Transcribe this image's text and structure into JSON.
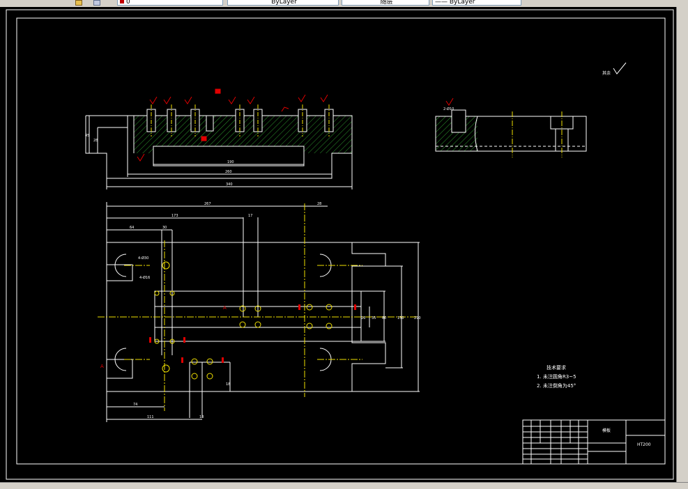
{
  "toolbar": {
    "layer_value": "0",
    "linetype_value": "ByLayer",
    "color_value": "随层",
    "lineweight_value": "—— ByLayer"
  },
  "drawing": {
    "dims_top": {
      "overall_length": "340",
      "inner_length": "260",
      "slot_length": "190",
      "height_a": "45",
      "height_b": "28"
    },
    "dims_plan": {
      "overall": "267",
      "edge_right": "28",
      "span_a": "173",
      "offset_b": "17",
      "left_a": "64",
      "left_b": "30",
      "hole_callout_a": "4-Ø30",
      "hole_callout_b": "4-Ø16",
      "v_a": "16",
      "v_b": "35",
      "v_c": "80",
      "v_d": "150",
      "v_e": "210",
      "bottom_a": "74",
      "bottom_b": "111",
      "bottom_c": "18",
      "side_c": "18"
    },
    "section_marks": [
      "A",
      "A"
    ],
    "hole_label": "2-Ø10",
    "roughness_symbol": "其余"
  },
  "technical_notes": {
    "heading": "技术要求",
    "items": [
      "1. 未注圆角R3~5",
      "2. 未注倒角为45°"
    ]
  },
  "title_block": {
    "part_name": "模板",
    "material": "HT200"
  }
}
